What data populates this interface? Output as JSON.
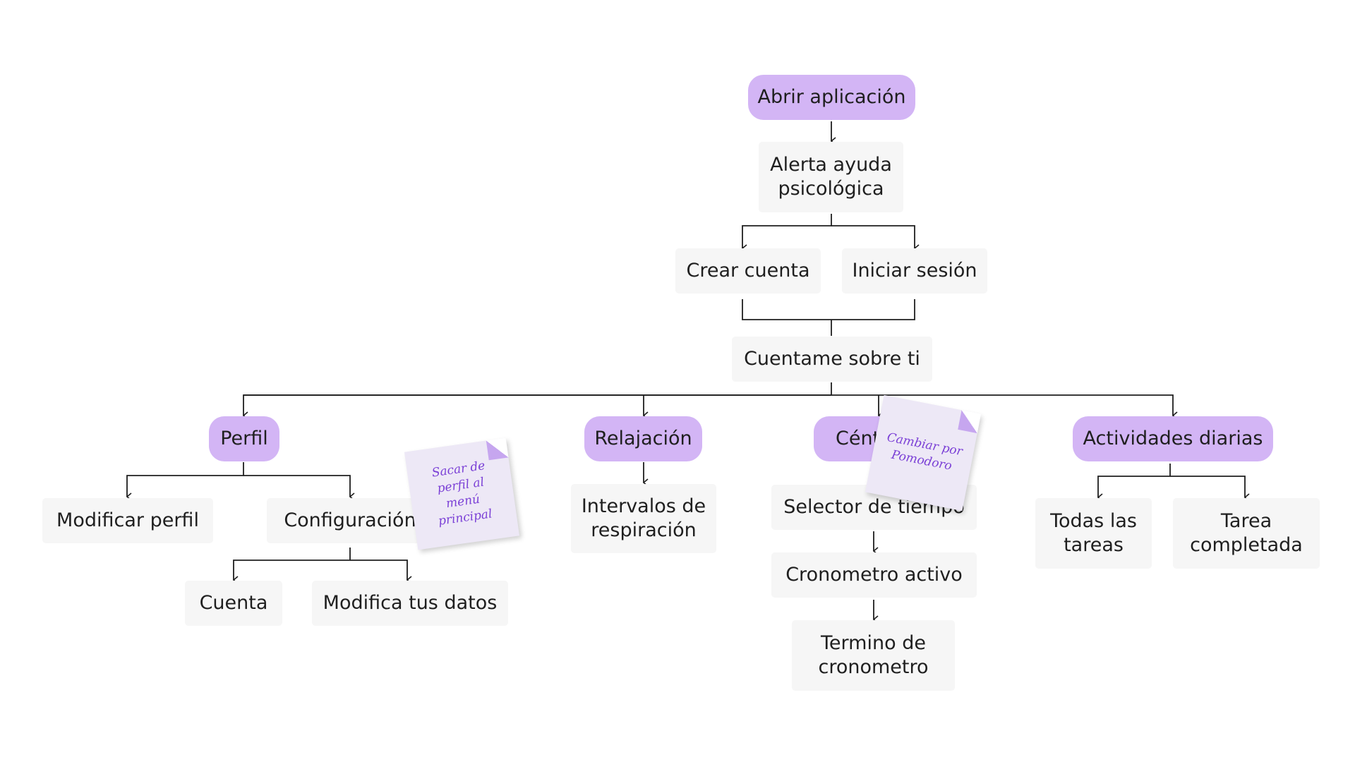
{
  "diagram": {
    "nodes": {
      "abrir": "Abrir aplicación",
      "alerta": "Alerta ayuda psicológica",
      "crear_cuenta": "Crear cuenta",
      "iniciar_sesion": "Iniciar sesión",
      "cuentame": "Cuentame sobre ti",
      "perfil": "Perfil",
      "relajacion": "Relajación",
      "centro": "Céntrate",
      "actividades": "Actividades diarias",
      "modificar_perfil": "Modificar perfil",
      "configuracion": "Configuración",
      "cuenta": "Cuenta",
      "modifica_datos": "Modifica tus datos",
      "intervalos": "Intervalos de respiración",
      "selector": "Selector de tiempo",
      "cronometro_activo": "Cronometro activo",
      "termino": "Termino de cronometro",
      "todas_tareas": "Todas las tareas",
      "tarea_completada": "Tarea completada"
    },
    "notes": {
      "perfil_note": "Sacar de perfil al menú principal",
      "pomodoro_note": "Cambiar por Pomodoro"
    },
    "colors": {
      "pill": "#d3b5f5",
      "box": "#f6f6f6",
      "note": "#ede8f6",
      "note_text": "#7a3fd6",
      "line": "#1f1f1f"
    }
  }
}
